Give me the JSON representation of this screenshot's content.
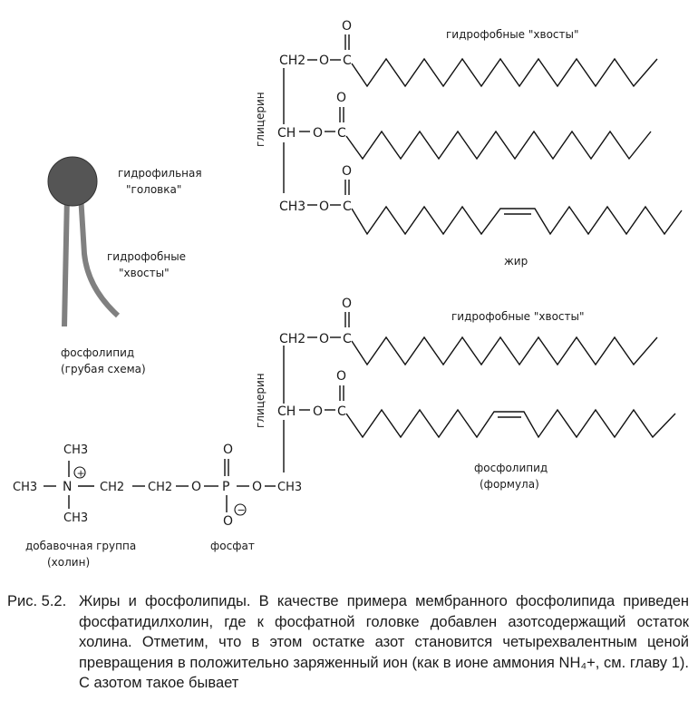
{
  "labels": {
    "hydrophobic_tails_top": "гидрофобные \"хвосты\"",
    "hydrophobic_tails_bottom": "гидрофобные \"хвосты\"",
    "glycerol_top": "глицерин",
    "glycerol_bottom": "глицерин",
    "fat": "жир",
    "hydrophilic_head_line1": "гидрофильная",
    "hydrophilic_head_line2": "\"головка\"",
    "tails_line1": "гидрофобные",
    "tails_line2": "\"хвосты\"",
    "phospholipid_rough_line1": "фосфолипид",
    "phospholipid_rough_line2": "(грубая схема)",
    "phospholipid_formula_line1": "фосфолипид",
    "phospholipid_formula_line2": "(формула)",
    "additional_group_line1": "добавочная группа",
    "additional_group_line2": "(холин)",
    "phosphate": "фосфат"
  },
  "chem": {
    "ch2": "CH2",
    "ch": "CH",
    "ch3": "CH3",
    "o": "O",
    "c": "C",
    "n": "N",
    "p": "P",
    "bond_dash": "—",
    "plus": "+",
    "minus": "−"
  },
  "caption": {
    "label": "Рис. 5.2.",
    "text": "Жиры и фосфолипиды. В качестве примера мембранного фосфолипида приведен фосфатидилхолин, где к фосфатной головке добавлен азотсодержащий остаток холина. Отметим, что в этом остатке азот становится четырехвалентным ценой превращения в положительно заряженный ион (как в ионе аммония NH₄+, см. главу 1). С азотом такое бывает"
  },
  "colors": {
    "head_fill": "#555555",
    "tail_stroke": "#808080",
    "ink": "#111111"
  }
}
